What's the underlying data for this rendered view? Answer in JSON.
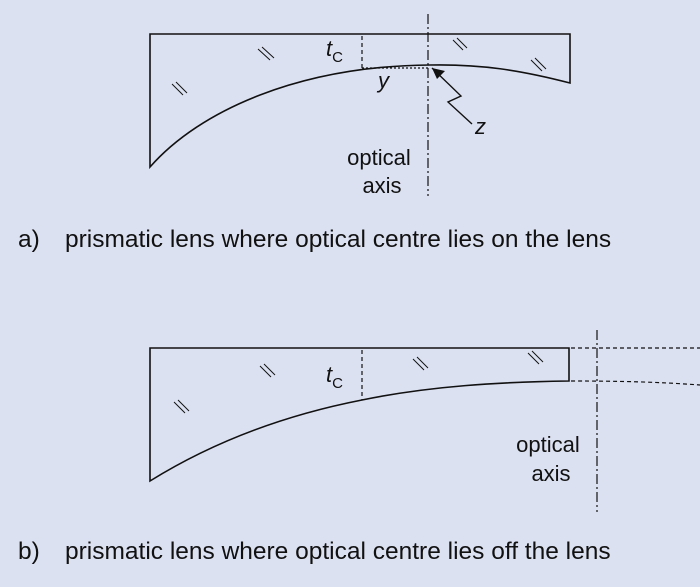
{
  "diagram_a": {
    "tc_label": {
      "main": "t",
      "sub": "C"
    },
    "y_label": "y",
    "z_label": "z",
    "axis_label": [
      "optical",
      "axis"
    ],
    "caption": {
      "tag": "a)",
      "text": "prismatic lens where optical centre lies on the lens"
    }
  },
  "diagram_b": {
    "tc_label": {
      "main": "t",
      "sub": "C"
    },
    "axis_label": [
      "optical",
      "axis"
    ],
    "caption": {
      "tag": "b)",
      "text": "prismatic lens where optical centre lies off the lens"
    }
  },
  "colors": {
    "background": "#dce1f2",
    "ink": "#111111"
  }
}
